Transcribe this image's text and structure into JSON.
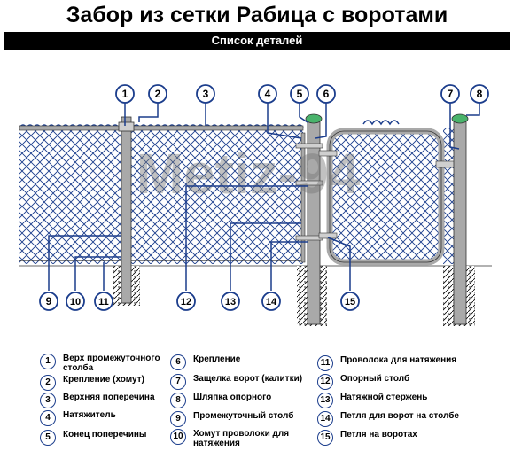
{
  "title": "Забор из сетки Рабица с воротами",
  "subtitle": "Список деталей",
  "watermark": "Metiz-94",
  "colors": {
    "accent": "#1b3d8c",
    "mesh": "#1b3d8c",
    "post": "#a9a9a9",
    "cap": "#49b36b",
    "background": "#ffffff"
  },
  "callouts": [
    "1",
    "2",
    "3",
    "4",
    "5",
    "6",
    "7",
    "8",
    "9",
    "10",
    "11",
    "12",
    "13",
    "14",
    "15"
  ],
  "legend": [
    {
      "num": "1",
      "text": "Верх промежуточного столба"
    },
    {
      "num": "2",
      "text": "Крепление (хомут)"
    },
    {
      "num": "3",
      "text": "Верхняя поперечина"
    },
    {
      "num": "4",
      "text": "Натяжитель"
    },
    {
      "num": "5",
      "text": "Конец поперечины"
    },
    {
      "num": "6",
      "text": "Крепление"
    },
    {
      "num": "7",
      "text": "Защелка ворот (калитки)"
    },
    {
      "num": "8",
      "text": "Шляпка опорного"
    },
    {
      "num": "9",
      "text": "Промежуточный столб"
    },
    {
      "num": "10",
      "text": "Хомут проволоки для натяжения"
    },
    {
      "num": "11",
      "text": "Проволока для натяжения"
    },
    {
      "num": "12",
      "text": "Опорный столб"
    },
    {
      "num": "13",
      "text": "Натяжной стержень"
    },
    {
      "num": "14",
      "text": "Петля для ворот на столбе"
    },
    {
      "num": "15",
      "text": "Петля на воротах"
    }
  ]
}
